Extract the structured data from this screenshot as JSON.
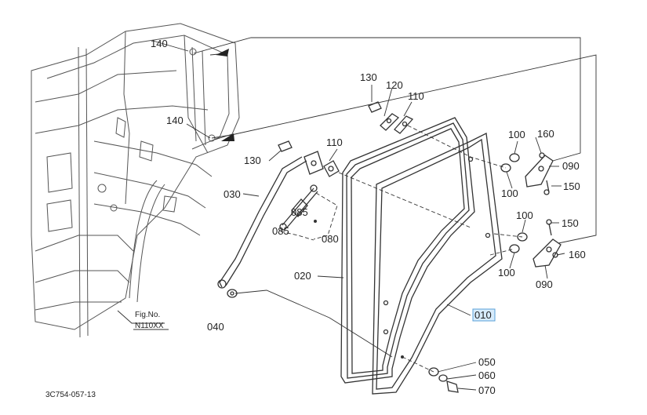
{
  "callouts": {
    "p010": "010",
    "p020": "020",
    "p030": "030",
    "p040": "040",
    "p050": "050",
    "p060": "060",
    "p070": "070",
    "p080": "080",
    "p085a": "085",
    "p085b": "085",
    "p090a": "090",
    "p090b": "090",
    "p100a": "100",
    "p100b": "100",
    "p100c": "100",
    "p100d": "100",
    "p110a": "110",
    "p110b": "110",
    "p120": "120",
    "p130a": "130",
    "p130b": "130",
    "p140a": "140",
    "p140b": "140",
    "p150a": "150",
    "p150b": "150",
    "p160a": "160",
    "p160b": "160"
  },
  "fig_box": {
    "line1": "Fig.No.",
    "line2": "N110XX"
  },
  "drawing_id": "3C754-057-13",
  "colors": {
    "highlight_fill": "#d7ebfb",
    "highlight_stroke": "#5aa0d8",
    "ink": "#333333"
  },
  "highlighted_part": "010"
}
